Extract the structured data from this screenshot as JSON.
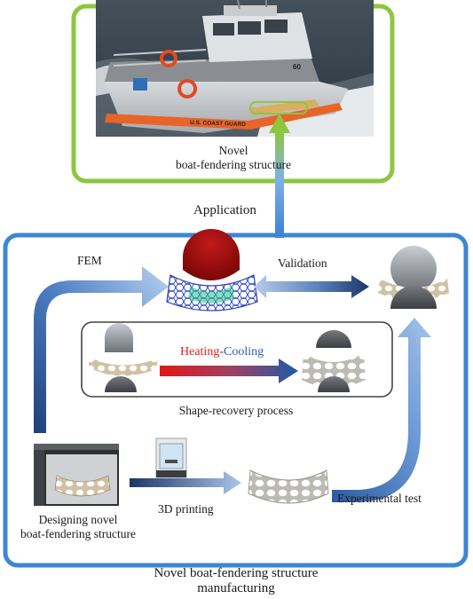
{
  "application_box": {
    "caption_line1": "Novel",
    "caption_line2": "boat-fendering structure",
    "hull_lettering": "U.S. COAST GUARD",
    "hull_number": "60"
  },
  "application_label": "Application",
  "manufacturing_box": {
    "fem_label": "FEM",
    "validation_label": "Validation",
    "heating_word": "Heating",
    "dash": "-",
    "cooling_word": "Cooling",
    "shape_recovery_label": "Shape-recovery process",
    "designing_line1": "Designing novel",
    "designing_line2": "boat-fendering structure",
    "printing_label": "3D printing",
    "experimental_label": "Experimental test",
    "caption_line1": "Novel boat-fendering structure",
    "caption_line2": "manufacturing"
  },
  "colors": {
    "application_border": "#8dc63f",
    "manufacturing_border": "#3c86d4",
    "heating": "#e02020",
    "cooling": "#2a5fa8",
    "arrow_light": "#a9c6ea",
    "arrow_dark": "#1f3f7a"
  }
}
